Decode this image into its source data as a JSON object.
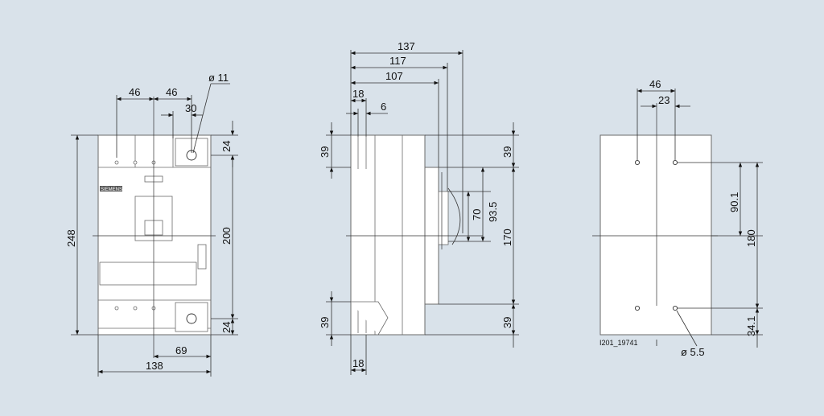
{
  "drawing_id": "I201_19741",
  "front_view": {
    "width": "138",
    "height": "248",
    "pole_pitch_left": "46",
    "pole_pitch_right": "46",
    "terminal_offset": "30",
    "hole_diameter": "ø 11",
    "mount_spacing": "200",
    "terminal_top": "24",
    "terminal_bottom": "24",
    "half_width": "69",
    "brand_label": "SIEMENS"
  },
  "side_view": {
    "depth_total": "137",
    "depth_117": "117",
    "depth_107": "107",
    "terminal_18_top": "18",
    "terminal_6": "6",
    "terminal_18_bottom": "18",
    "left_39_top": "39",
    "left_39_bottom": "39",
    "right_39_top": "39",
    "right_39_bottom": "39",
    "handle_70": "70",
    "handle_93_5": "93.5",
    "cover_170": "170"
  },
  "rear_view": {
    "hole_spacing_46": "46",
    "hole_offset_23": "23",
    "vertical_90_1": "90.1",
    "vertical_180": "180",
    "bottom_34_1": "34.1",
    "hole_diameter": "ø 5.5"
  }
}
